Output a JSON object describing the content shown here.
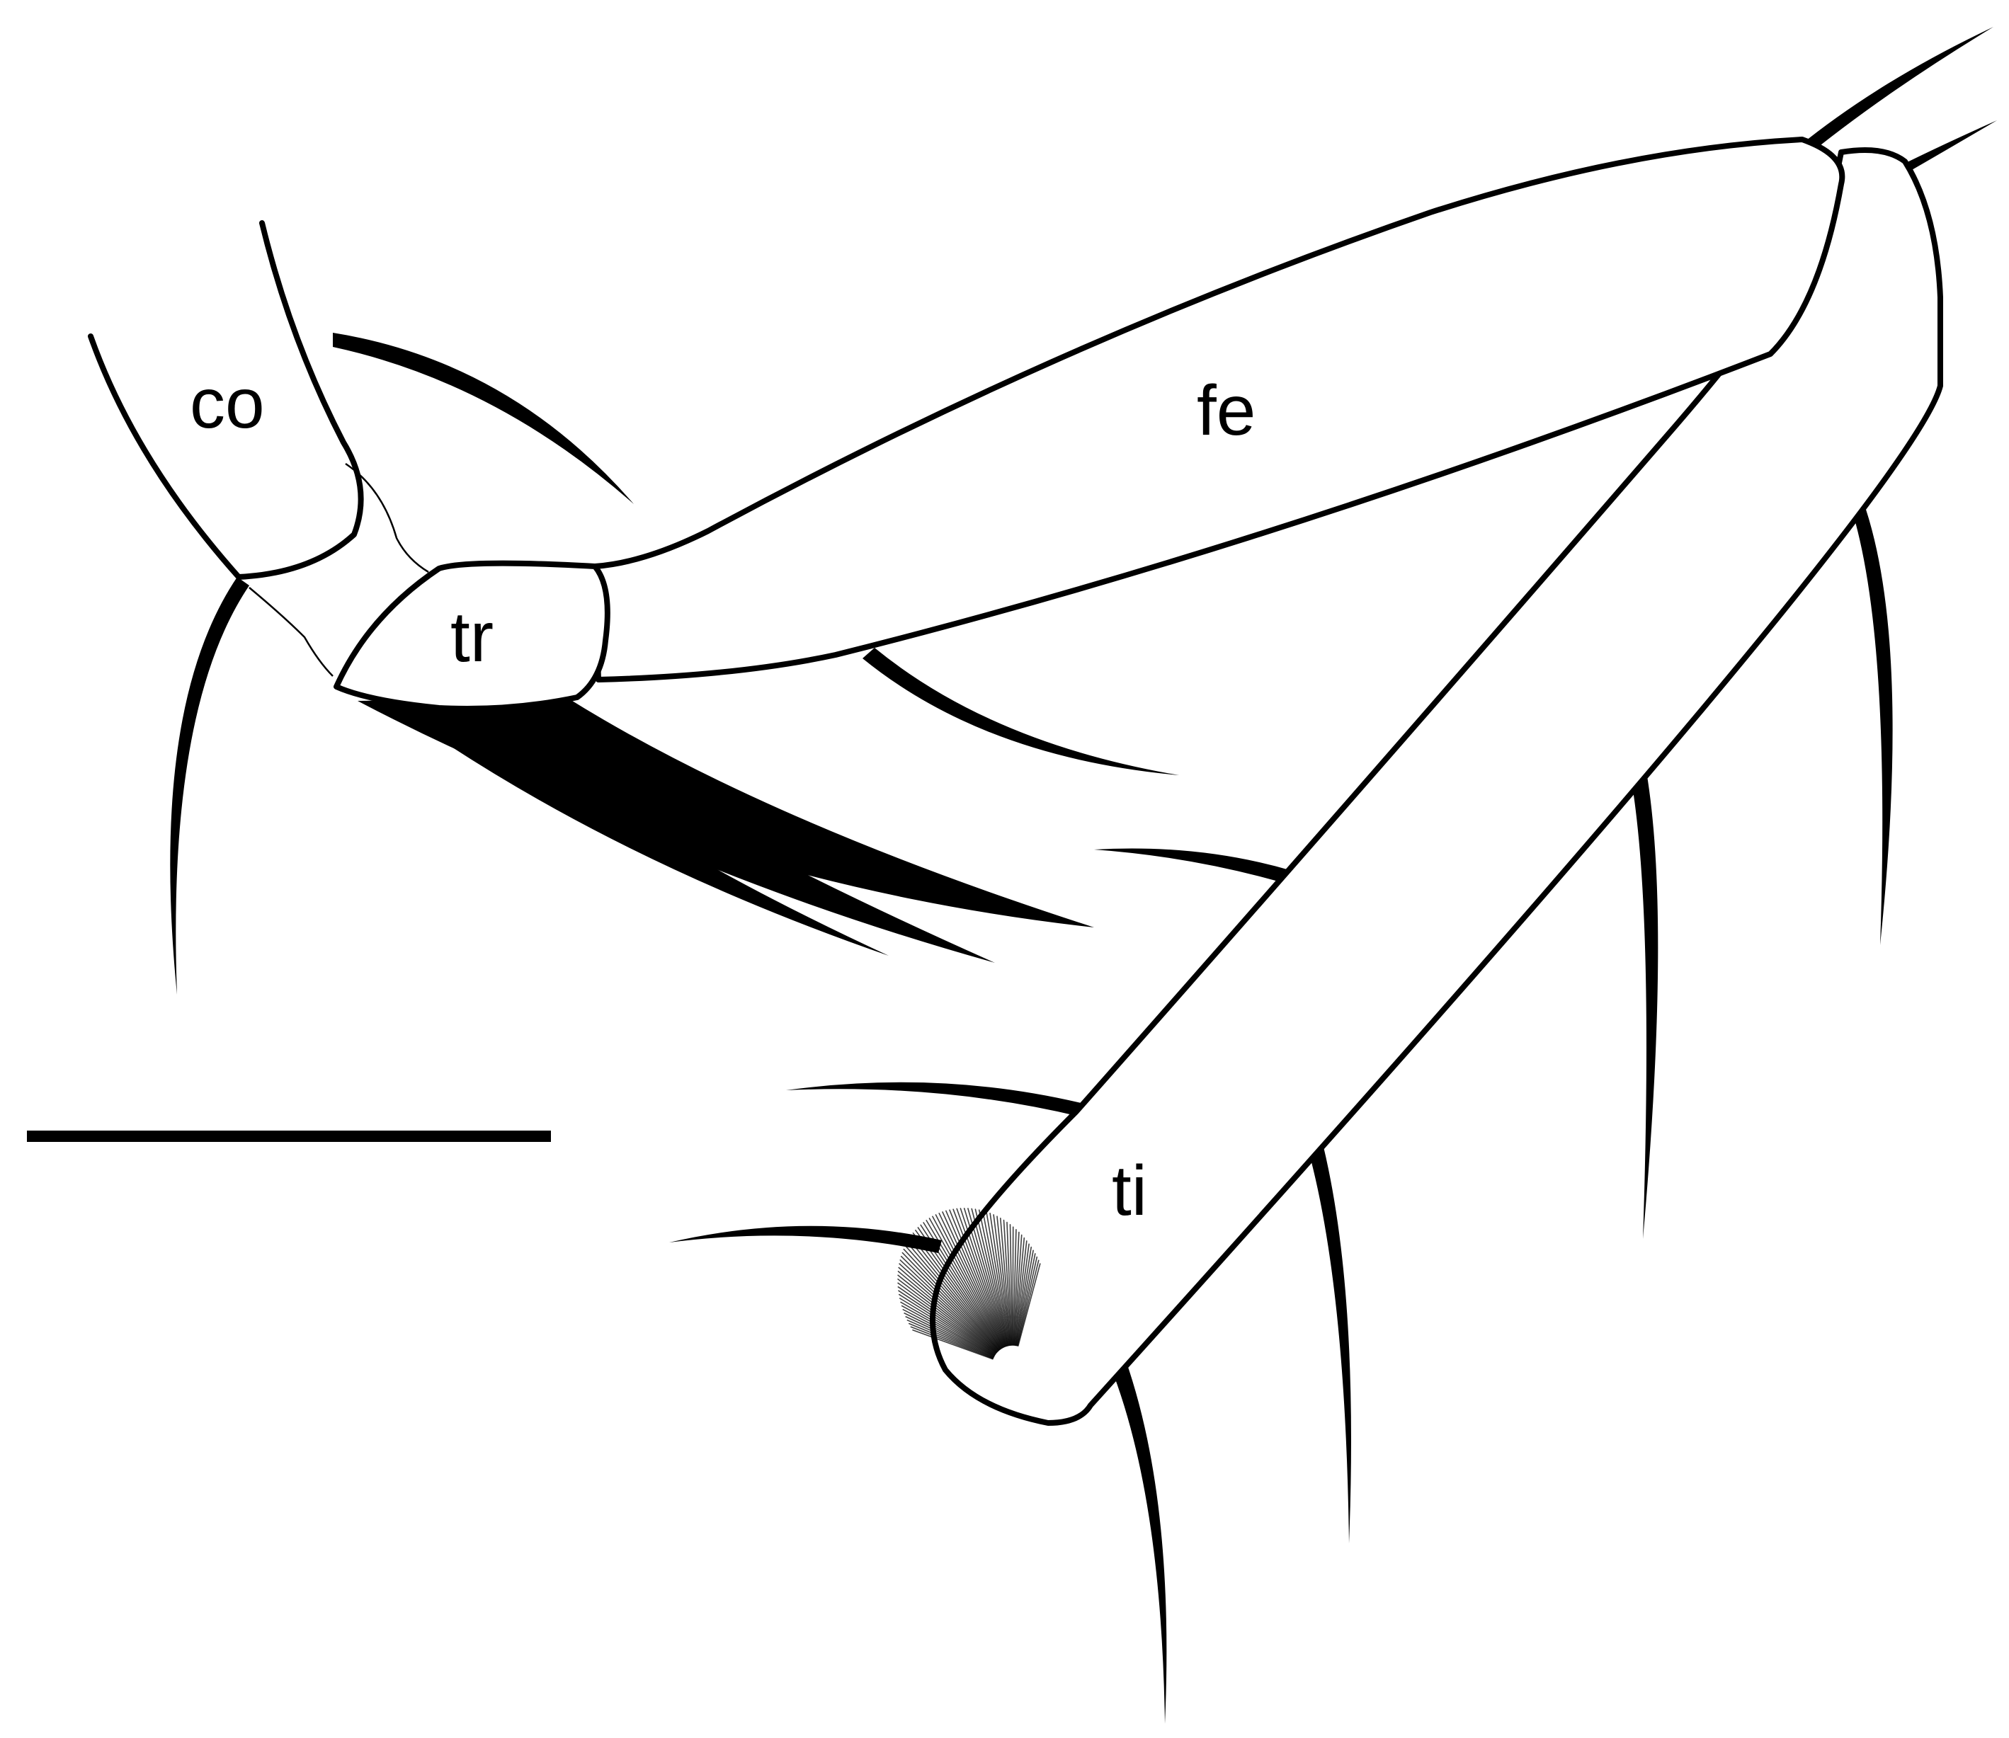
{
  "labels": {
    "coxa": "co",
    "trochanter": "tr",
    "femur": "fe",
    "tibia": "ti"
  },
  "colors": {
    "ink": "#000000",
    "background": "#ffffff"
  }
}
